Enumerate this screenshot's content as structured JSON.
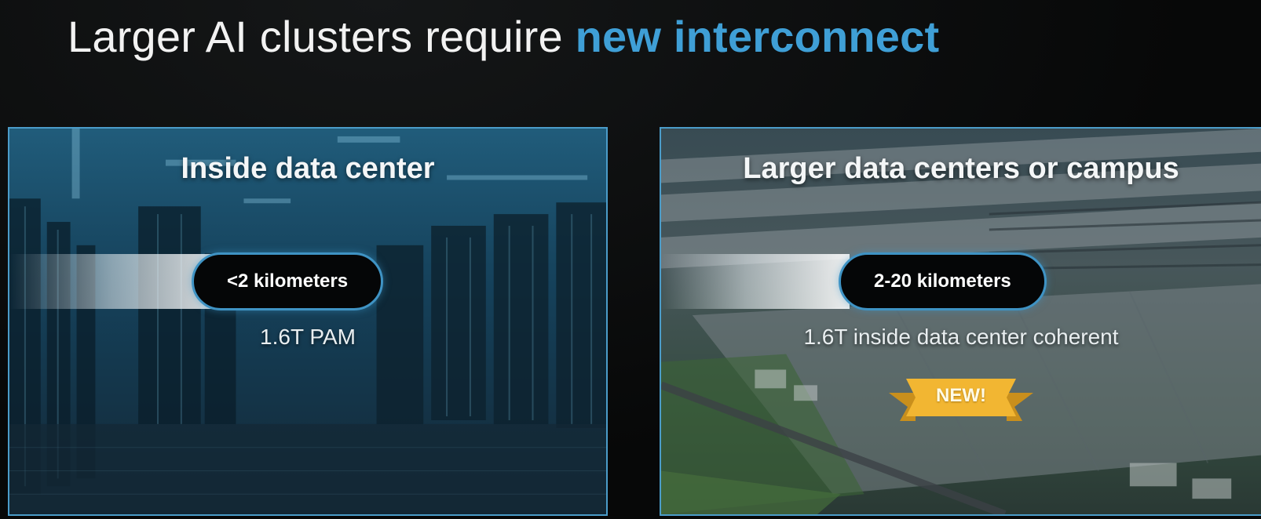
{
  "title": {
    "prefix": "Larger AI clusters require",
    "highlight": "new interconnect"
  },
  "panels": [
    {
      "heading": "Inside data center",
      "distance": "<2 kilometers",
      "caption": "1.6T PAM"
    },
    {
      "heading": "Larger data centers or campus",
      "distance": "2-20 kilometers",
      "caption": "1.6T inside data center coherent",
      "badge": "NEW!"
    }
  ],
  "colors": {
    "background": "#070808",
    "accent": "#3f9fd6",
    "panel_border": "#4b9cc9",
    "badge": "#f2b632"
  }
}
